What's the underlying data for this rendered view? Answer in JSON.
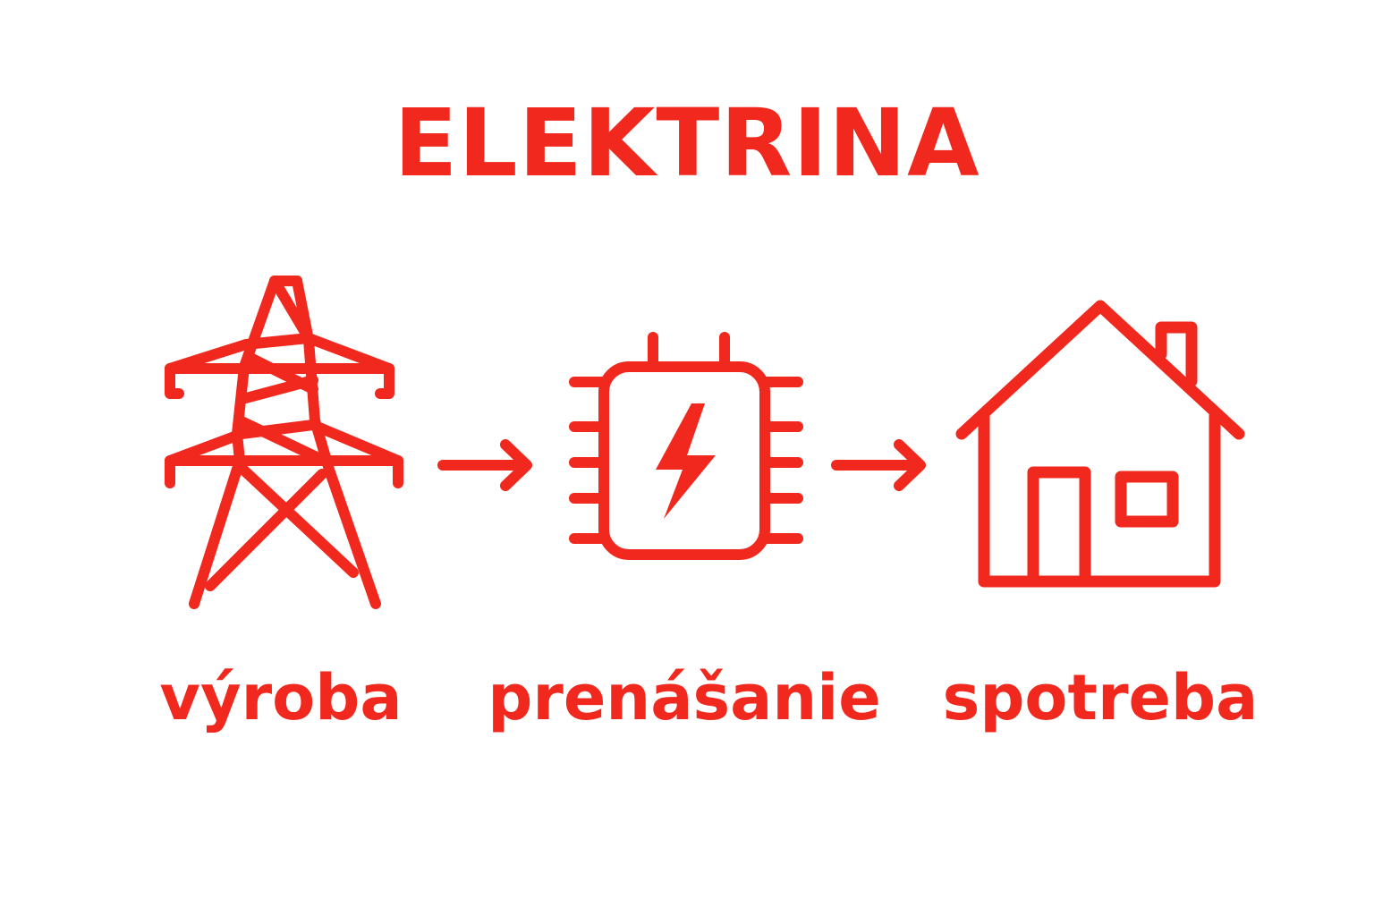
{
  "colors": {
    "accent": "#f0281e",
    "background": "#ffffff"
  },
  "title": "ELEKTRINA",
  "steps": [
    {
      "label": "výroba",
      "icon": "power-pylon-icon"
    },
    {
      "label": "prenášanie",
      "icon": "transformer-bolt-icon"
    },
    {
      "label": "spotreba",
      "icon": "house-icon"
    }
  ],
  "connectors": [
    {
      "icon": "arrow-right-icon"
    },
    {
      "icon": "arrow-right-icon"
    }
  ]
}
